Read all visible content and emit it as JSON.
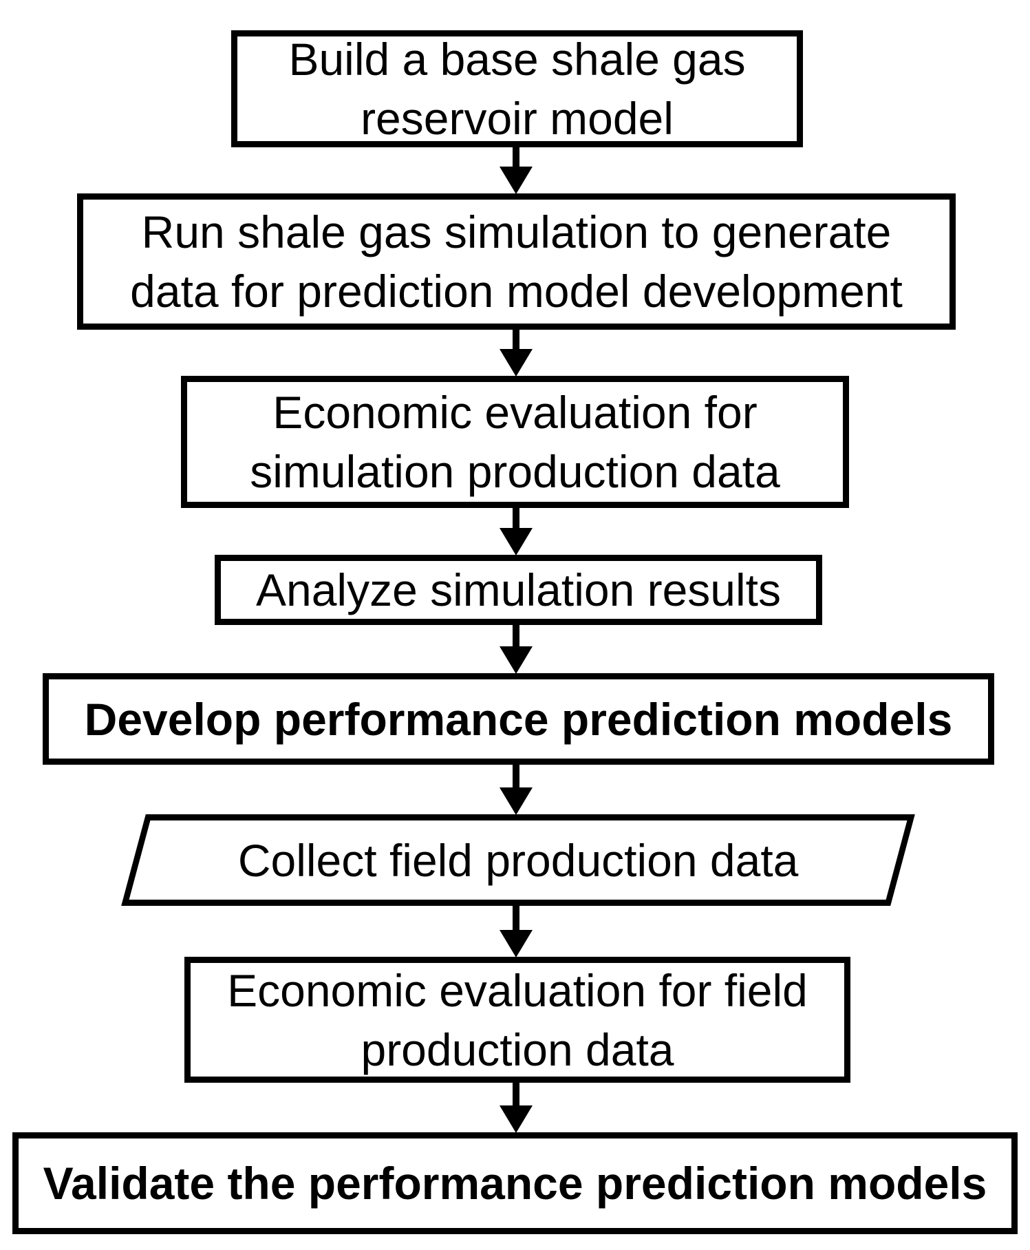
{
  "figure": {
    "type": "flowchart",
    "colors": {
      "background": "#ffffff",
      "stroke": "#000000",
      "text": "#000000"
    },
    "nodes": [
      {
        "id": 1,
        "shape": "rectangle",
        "text_style": "regular",
        "label": "Build a base shale gas reservoir model",
        "lines": [
          "Build a base shale gas",
          "reservoir model"
        ]
      },
      {
        "id": 2,
        "shape": "rectangle",
        "text_style": "regular",
        "label": "Run shale gas simulation to generate data for prediction model development",
        "lines": [
          "Run shale gas simulation to generate",
          "data for prediction model development"
        ]
      },
      {
        "id": 3,
        "shape": "rectangle",
        "text_style": "regular",
        "label": "Economic evaluation for simulation production data",
        "lines": [
          "Economic evaluation for",
          "simulation production data"
        ]
      },
      {
        "id": 4,
        "shape": "rectangle",
        "text_style": "regular",
        "label": "Analyze simulation results",
        "lines": [
          "Analyze simulation results"
        ]
      },
      {
        "id": 5,
        "shape": "rectangle",
        "text_style": "bold",
        "label": "Develop performance prediction models",
        "lines": [
          "Develop performance prediction models"
        ]
      },
      {
        "id": 6,
        "shape": "parallelogram",
        "text_style": "regular",
        "label": "Collect field production data",
        "lines": [
          "Collect field production data"
        ]
      },
      {
        "id": 7,
        "shape": "rectangle",
        "text_style": "regular",
        "label": "Economic evaluation for field production data",
        "lines": [
          "Economic evaluation for field",
          "production data"
        ]
      },
      {
        "id": 8,
        "shape": "rectangle",
        "text_style": "bold",
        "label": "Validate the performance prediction models",
        "lines": [
          "Validate the performance prediction models"
        ]
      }
    ],
    "connectors": [
      {
        "from": 1,
        "to": 2,
        "type": "arrow-down"
      },
      {
        "from": 2,
        "to": 3,
        "type": "arrow-down"
      },
      {
        "from": 3,
        "to": 4,
        "type": "arrow-down"
      },
      {
        "from": 4,
        "to": 5,
        "type": "arrow-down"
      },
      {
        "from": 5,
        "to": 6,
        "type": "arrow-down"
      },
      {
        "from": 6,
        "to": 7,
        "type": "arrow-down"
      },
      {
        "from": 7,
        "to": 8,
        "type": "arrow-down"
      }
    ]
  }
}
